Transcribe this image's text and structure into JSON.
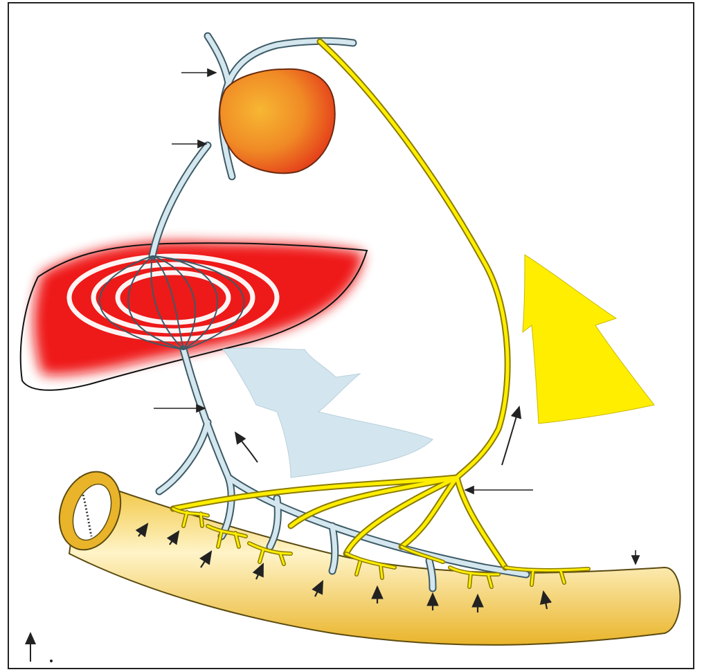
{
  "figure": {
    "background": "#ffffff",
    "frame_color": "#222222",
    "labels": []
  },
  "colors": {
    "heart_light": "#f5a623",
    "heart_dark": "#e8421e",
    "liver_red": "#ee1111",
    "vessel_fill": "#d4e6ee",
    "vessel_stroke": "#3c5a66",
    "nerve_fill": "#ffee00",
    "nerve_stroke": "#8a7a00",
    "intestine_fill": "#f2c43a",
    "intestine_light": "#fff6cc",
    "arrow_color": "#222222"
  },
  "parts": {
    "heart": "heart",
    "liver": "liver",
    "portal_vessel": "hepatic-portal-vein",
    "nerve": "nerve",
    "intestine": "intestine",
    "blue_flow_arrow": "blood-flow-arrow",
    "yellow_flow_arrow": "nerve-signal-arrow"
  }
}
